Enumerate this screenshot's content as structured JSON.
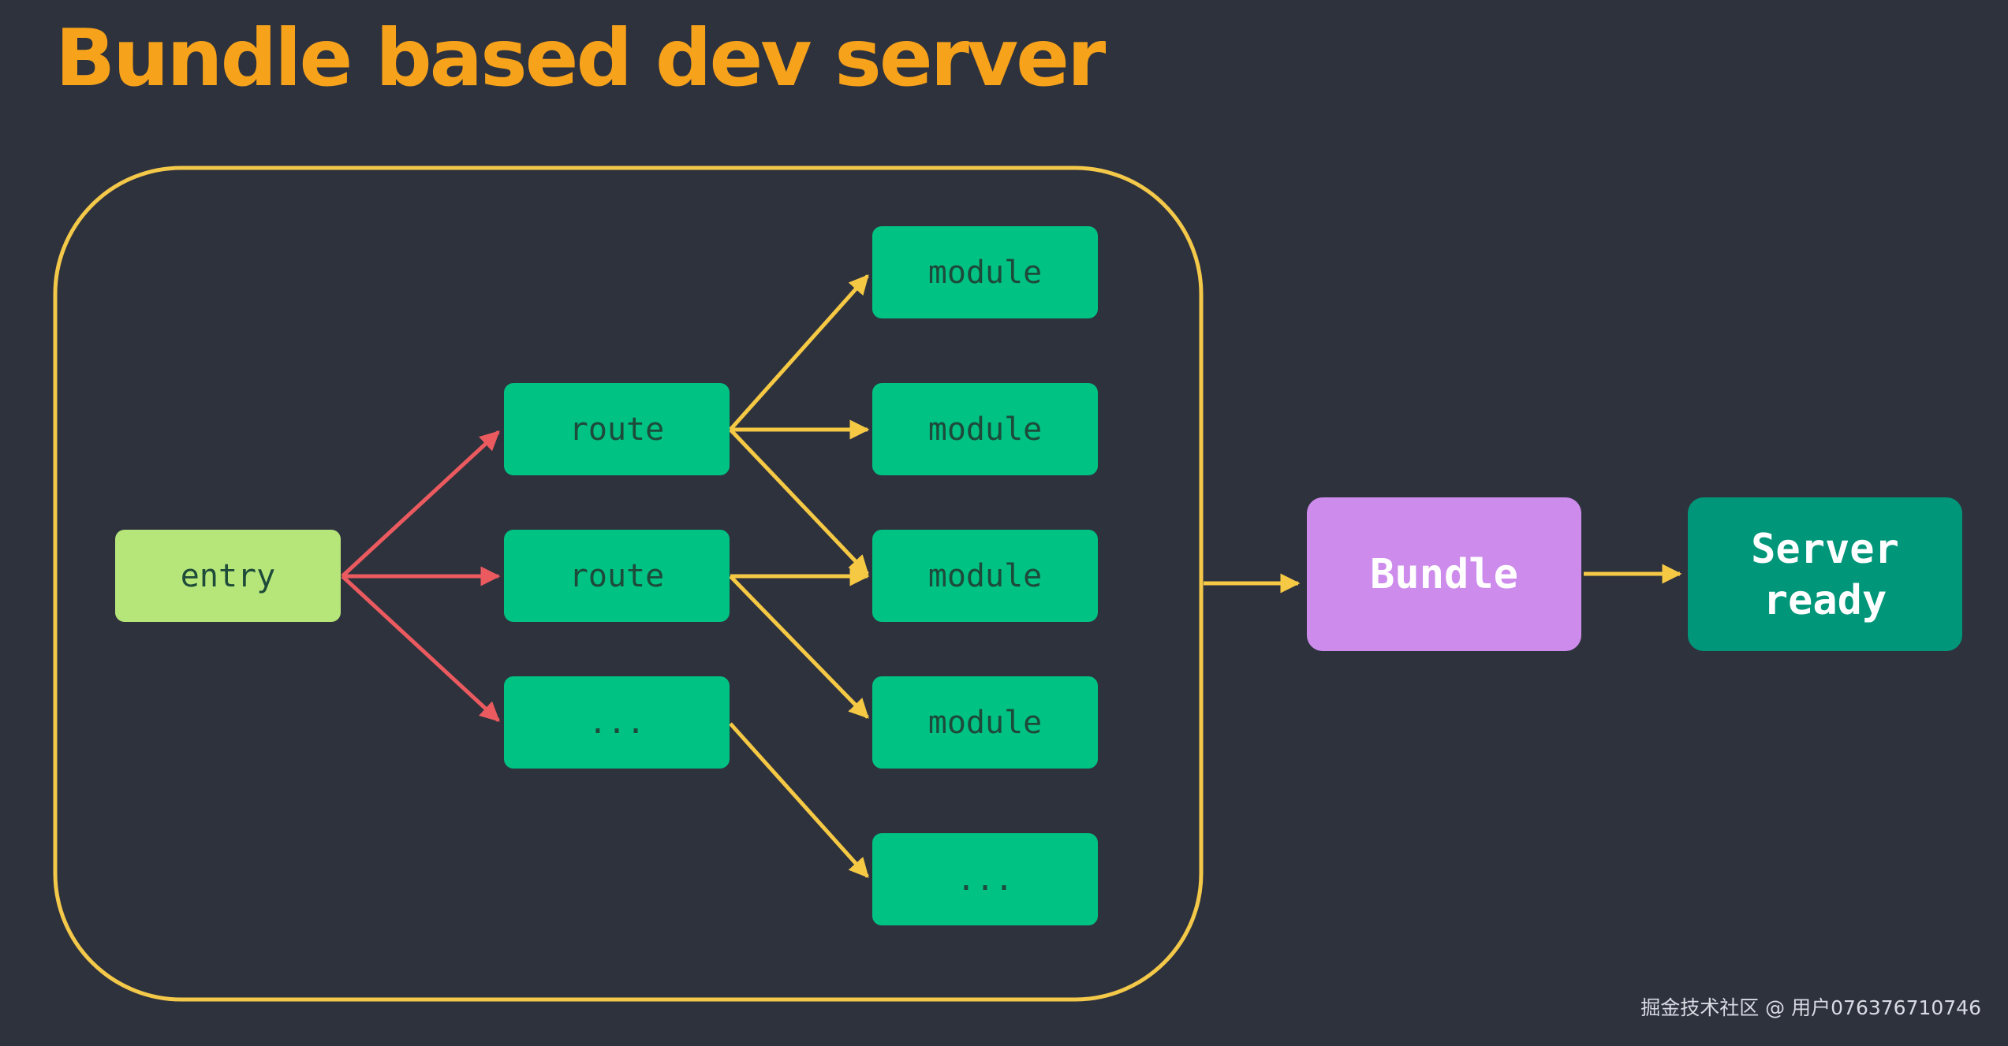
{
  "title": "Bundle based dev server",
  "nodes": {
    "entry": "entry",
    "route1": "route",
    "route2": "route",
    "route3": "...",
    "module1": "module",
    "module2": "module",
    "module3": "module",
    "module4": "module",
    "module5": "...",
    "bundle": "Bundle",
    "server_line1": "Server",
    "server_line2": "ready"
  },
  "watermark": "掘金技术社区 @ 用户076376710746",
  "colors": {
    "background": "#2e323d",
    "title": "#f7a21b",
    "container_border": "#f4c94a",
    "entry": "#b6e67a",
    "route_module": "#00c283",
    "bundle": "#cd8bec",
    "server": "#009679",
    "arrow_red": "#ea5a5f",
    "arrow_yellow": "#f6c945"
  }
}
